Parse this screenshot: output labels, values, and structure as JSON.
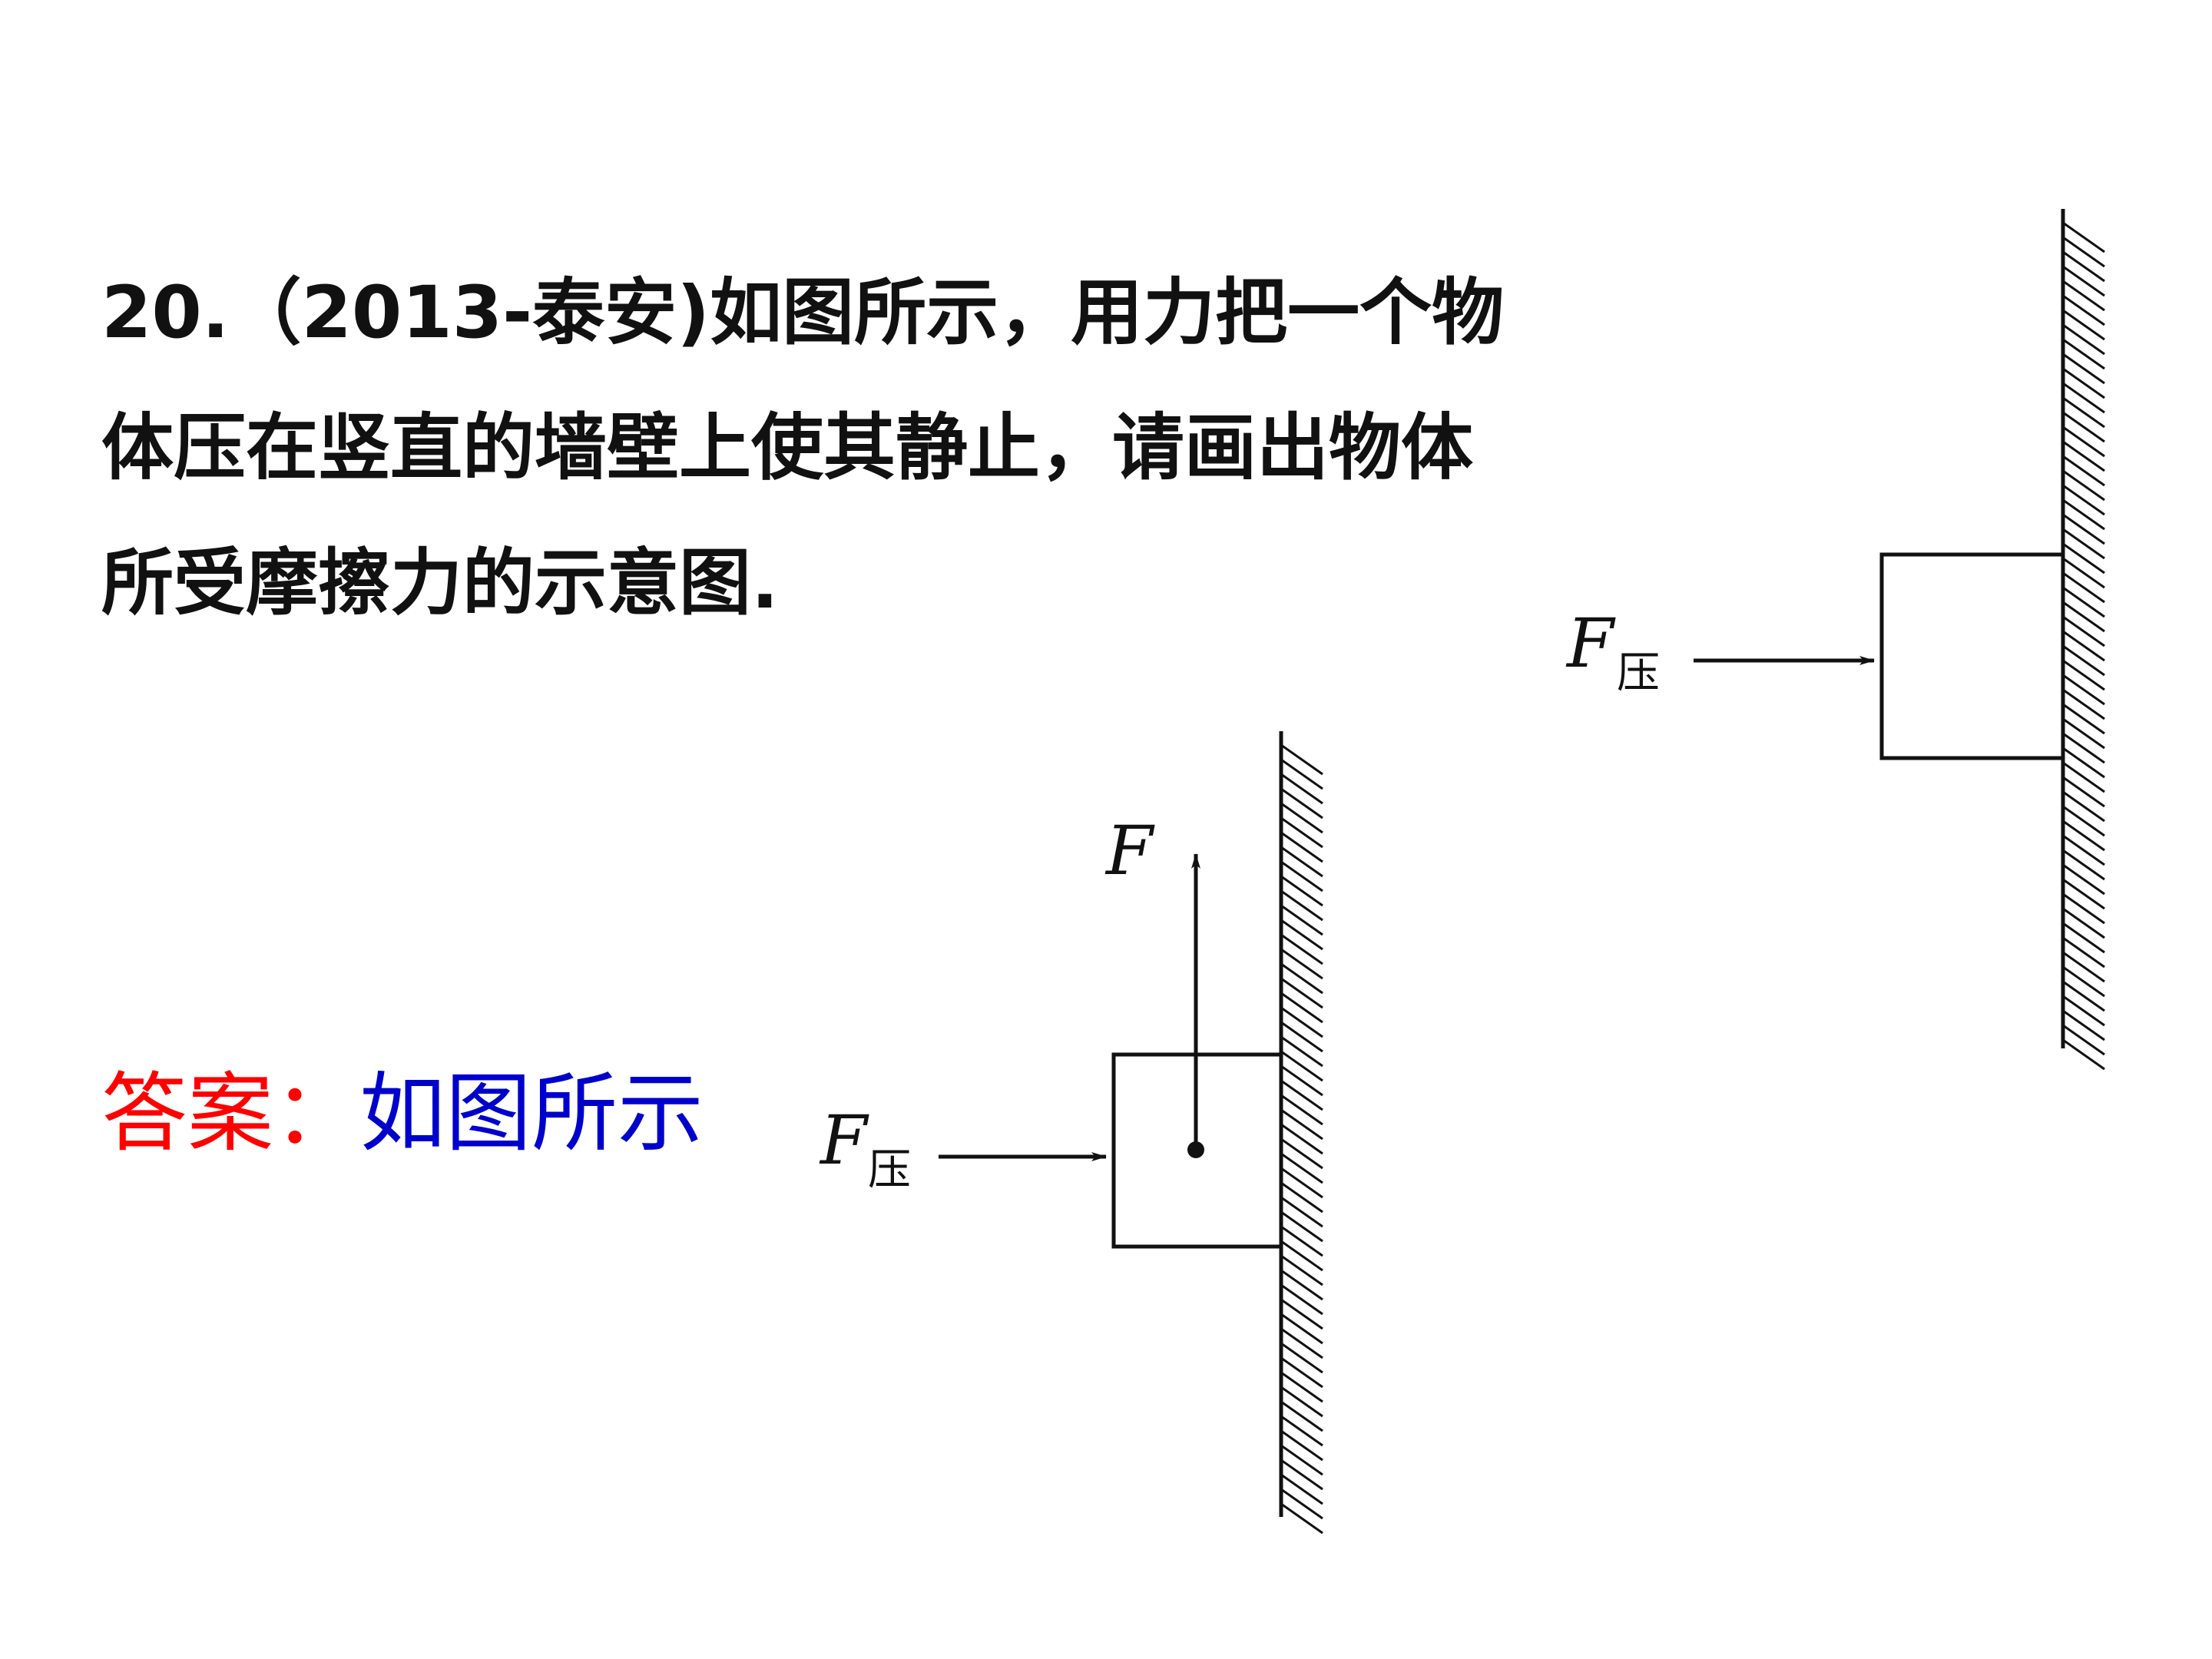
{
  "question": {
    "text": "20.（2013-泰安)如图所示，用力把一个物体压在竖直的墙壁上使其静止，请画出物体所受摩擦力的示意图."
  },
  "answer": {
    "label": "答案：",
    "text": "如图所示"
  },
  "figure_top": {
    "force_label": "F",
    "force_subscript": "压"
  },
  "figure_answer": {
    "press_label": "F",
    "press_subscript": "压",
    "friction_label": "F"
  }
}
